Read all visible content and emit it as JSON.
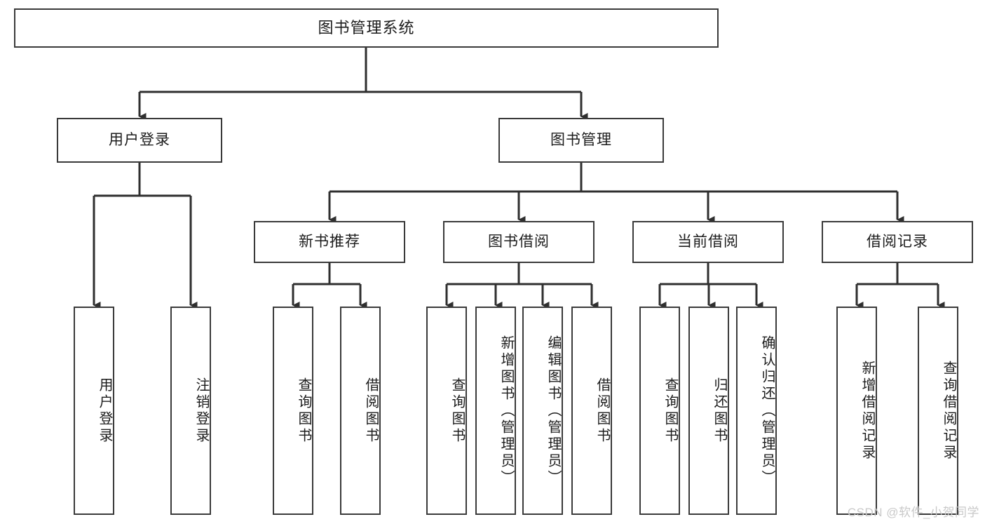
{
  "diagram": {
    "title": "图书管理系统",
    "watermark": "CSDN @软件_小贺同学",
    "colors": {
      "box_border": "#3a3a3a",
      "box_fill": "#ffffff",
      "connector": "#2f2f2f",
      "text": "#1c1c1c",
      "watermark": "#c9c9c9"
    },
    "root": {
      "label": "图书管理系统"
    },
    "level2": [
      {
        "label": "用户登录"
      },
      {
        "label": "图书管理"
      }
    ],
    "level3": [
      {
        "label": "新书推荐"
      },
      {
        "label": "图书借阅"
      },
      {
        "label": "当前借阅"
      },
      {
        "label": "借阅记录"
      }
    ],
    "leaves": {
      "user_login": [
        {
          "label": "用户登录"
        },
        {
          "label": "注销登录"
        }
      ],
      "new_book_recommend": [
        {
          "label": "查询图书"
        },
        {
          "label": "借阅图书"
        }
      ],
      "book_borrow": [
        {
          "label": "查询图书"
        },
        {
          "label": "新增图书（管理员）"
        },
        {
          "label": "编辑图书（管理员）"
        },
        {
          "label": "借阅图书"
        }
      ],
      "current_borrow": [
        {
          "label": "查询图书"
        },
        {
          "label": "归还图书"
        },
        {
          "label": "确认归还（管理员）"
        }
      ],
      "borrow_record": [
        {
          "label": "新增借阅记录"
        },
        {
          "label": "查询借阅记录"
        }
      ]
    }
  }
}
